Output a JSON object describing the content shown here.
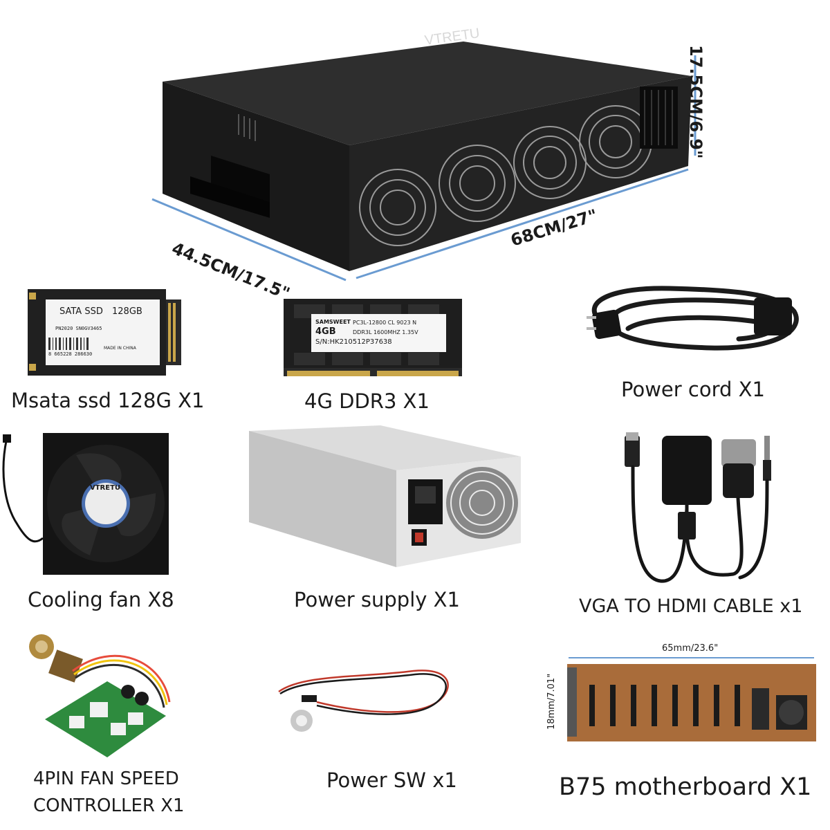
{
  "case": {
    "brand": "VTRETU",
    "dim_width": "44.5CM/17.5\"",
    "dim_length": "68CM/27\"",
    "dim_height": "17.5CM/6.9\""
  },
  "ssd": {
    "label_top": "SATA SSD",
    "capacity": "128GB",
    "code": "PN2020  SN0GV3465",
    "barcode": "8 665228 286630",
    "made": "MADE IN CHINA",
    "caption": "Msata ssd 128G X1"
  },
  "ram": {
    "brand": "SAMSWEET",
    "size": "4GB",
    "spec1": "PC3L-12800 CL 9023 N",
    "spec2": "DDR3L 1600MHZ 1.35V",
    "serial": "S/N:HK210512P37638",
    "caption": "4G DDR3 X1"
  },
  "power_cord": {
    "caption": "Power cord X1"
  },
  "fan": {
    "brand": "VTRETU",
    "caption": "Cooling fan X8"
  },
  "psu": {
    "caption": "Power supply X1"
  },
  "vga": {
    "caption": "VGA TO HDMI CABLE x1"
  },
  "controller": {
    "caption_line1": "4PIN FAN SPEED",
    "caption_line2": "CONTROLLER X1"
  },
  "power_sw": {
    "caption": "Power SW x1"
  },
  "motherboard": {
    "dim_width": "65mm/23.6\"",
    "dim_height": "18mm/7.01\"",
    "caption": "B75 motherboard  X1"
  }
}
